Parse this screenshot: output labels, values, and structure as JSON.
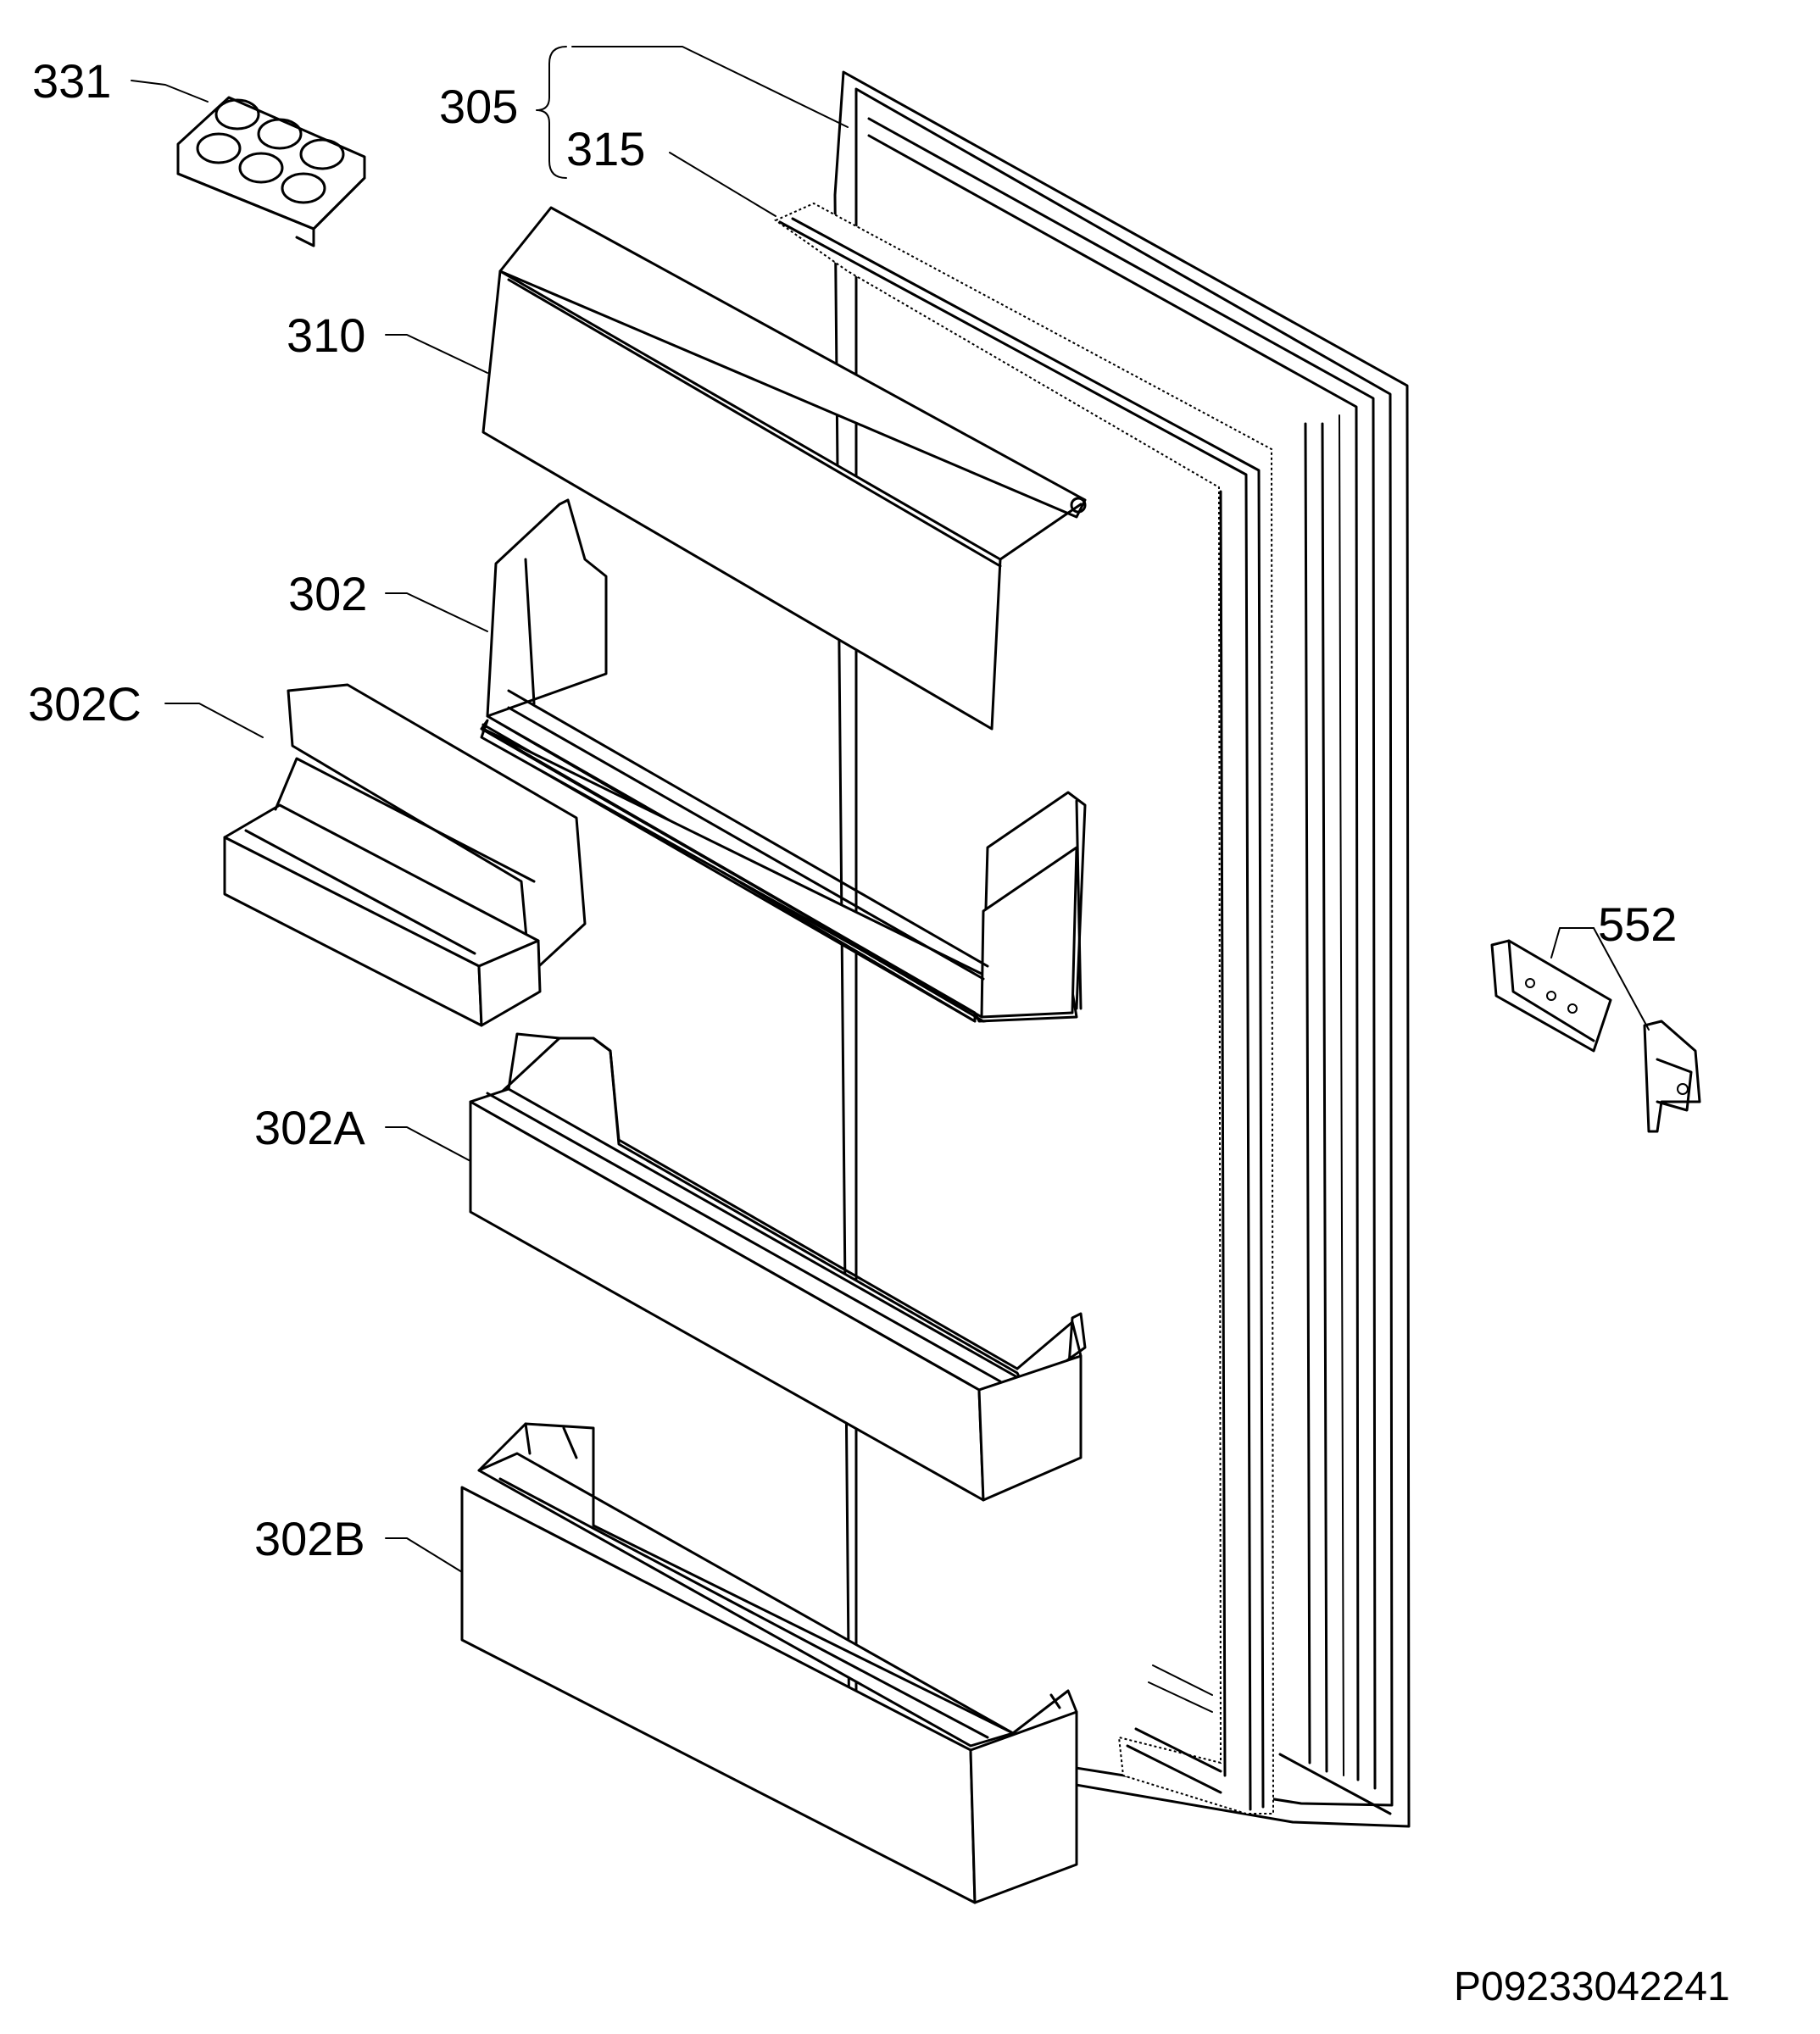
{
  "labels": {
    "l331": "331",
    "l305": "305",
    "l315": "315",
    "l310": "310",
    "l302": "302",
    "l302c": "302C",
    "l302a": "302A",
    "l302b": "302B",
    "l552": "552"
  },
  "code": "P09233042241"
}
